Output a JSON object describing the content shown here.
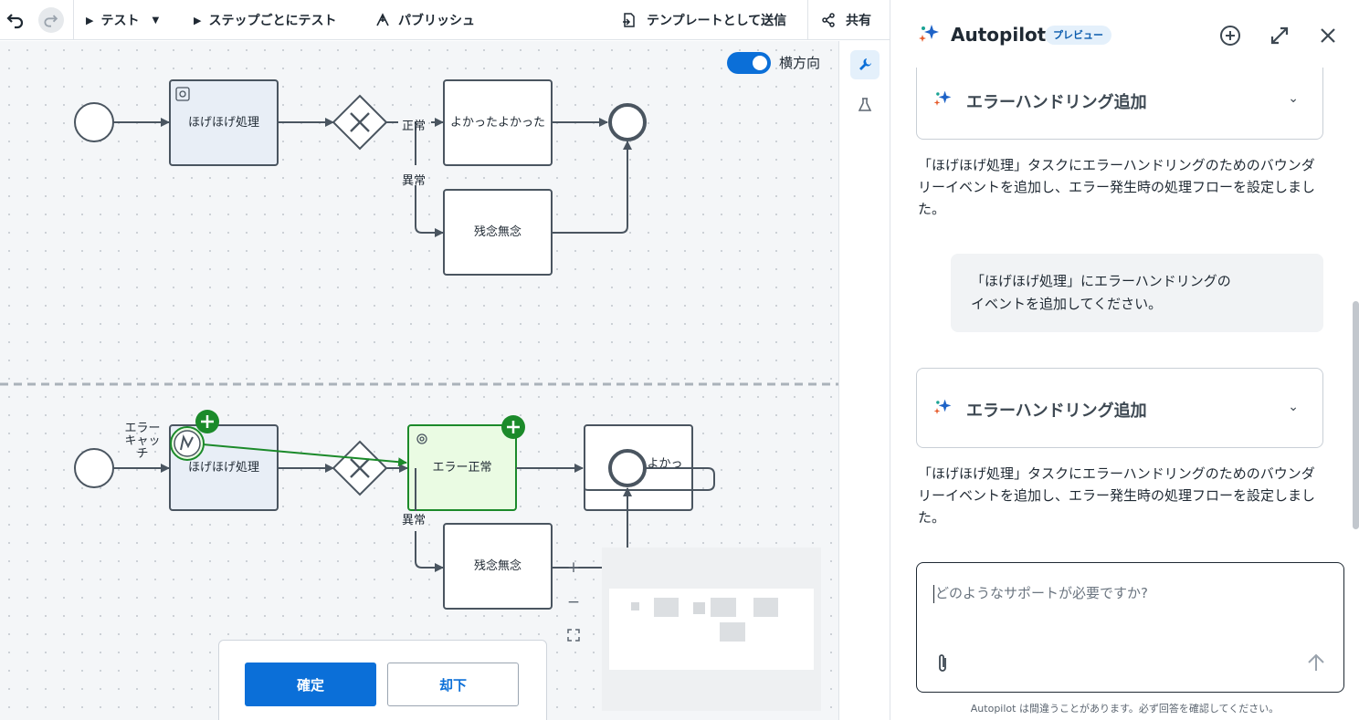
{
  "toolbar": {
    "test_label": "テスト",
    "step_test_label": "ステップごとにテスト",
    "publish_label": "パブリッシュ",
    "send_template_label": "テンプレートとして送信",
    "share_label": "共有"
  },
  "canvas": {
    "orientation_label": "横方向",
    "top_diagram": {
      "task1": "ほげほげ処理",
      "task_ok": "よかったよかった",
      "task_ng": "残念無念",
      "edge_normal": "正常",
      "edge_abnormal": "異常"
    },
    "bottom_diagram": {
      "boundary_label": "エラーキャッチ",
      "task1": "ほげほげ処理",
      "task_error": "エラー正常",
      "task_ok_partial": "よかっ",
      "task_ng": "残念無念",
      "edge_abnormal": "異常"
    },
    "zoom_in": "+",
    "zoom_out": "−",
    "confirm_label": "確定",
    "reject_label": "却下"
  },
  "panel": {
    "title": "Autopilot",
    "badge": "プレビュー",
    "cards": [
      {
        "title": "エラーハンドリング追加"
      },
      {
        "title": "エラーハンドリング追加"
      }
    ],
    "messages": [
      "「ほげほげ処理」タスクにエラーハンドリングのためのバウンダリーイベントを追加し、エラー発生時の処理フローを設定しました。",
      "「ほげほげ処理」にエラーハンドリングの",
      "イベントを追加してください。",
      "「ほげほげ処理」タスクにエラーハンドリングのためのバウンダリーイベントを追加し、エラー発生時の処理フローを設定しました。"
    ],
    "input_placeholder": "どのようなサポートが必要ですか?",
    "disclaimer": "Autopilot は間違うことがあります。必ず回答を確認してください。"
  },
  "colors": {
    "accent": "#0b6fd8",
    "success_green": "#1b8a2a",
    "task_fill": "#e8eef6",
    "new_task_fill": "#eafbe3"
  },
  "icons": [
    "undo-icon",
    "redo-icon",
    "play-icon",
    "chevron-down-icon",
    "publish-icon",
    "template-send-icon",
    "share-icon",
    "wrench-icon",
    "flask-icon",
    "sparkle-icon",
    "new-chat-icon",
    "expand-icon",
    "close-icon",
    "attach-icon",
    "send-arrow-icon",
    "gear-icon",
    "plus-circle-icon",
    "fit-view-icon"
  ]
}
